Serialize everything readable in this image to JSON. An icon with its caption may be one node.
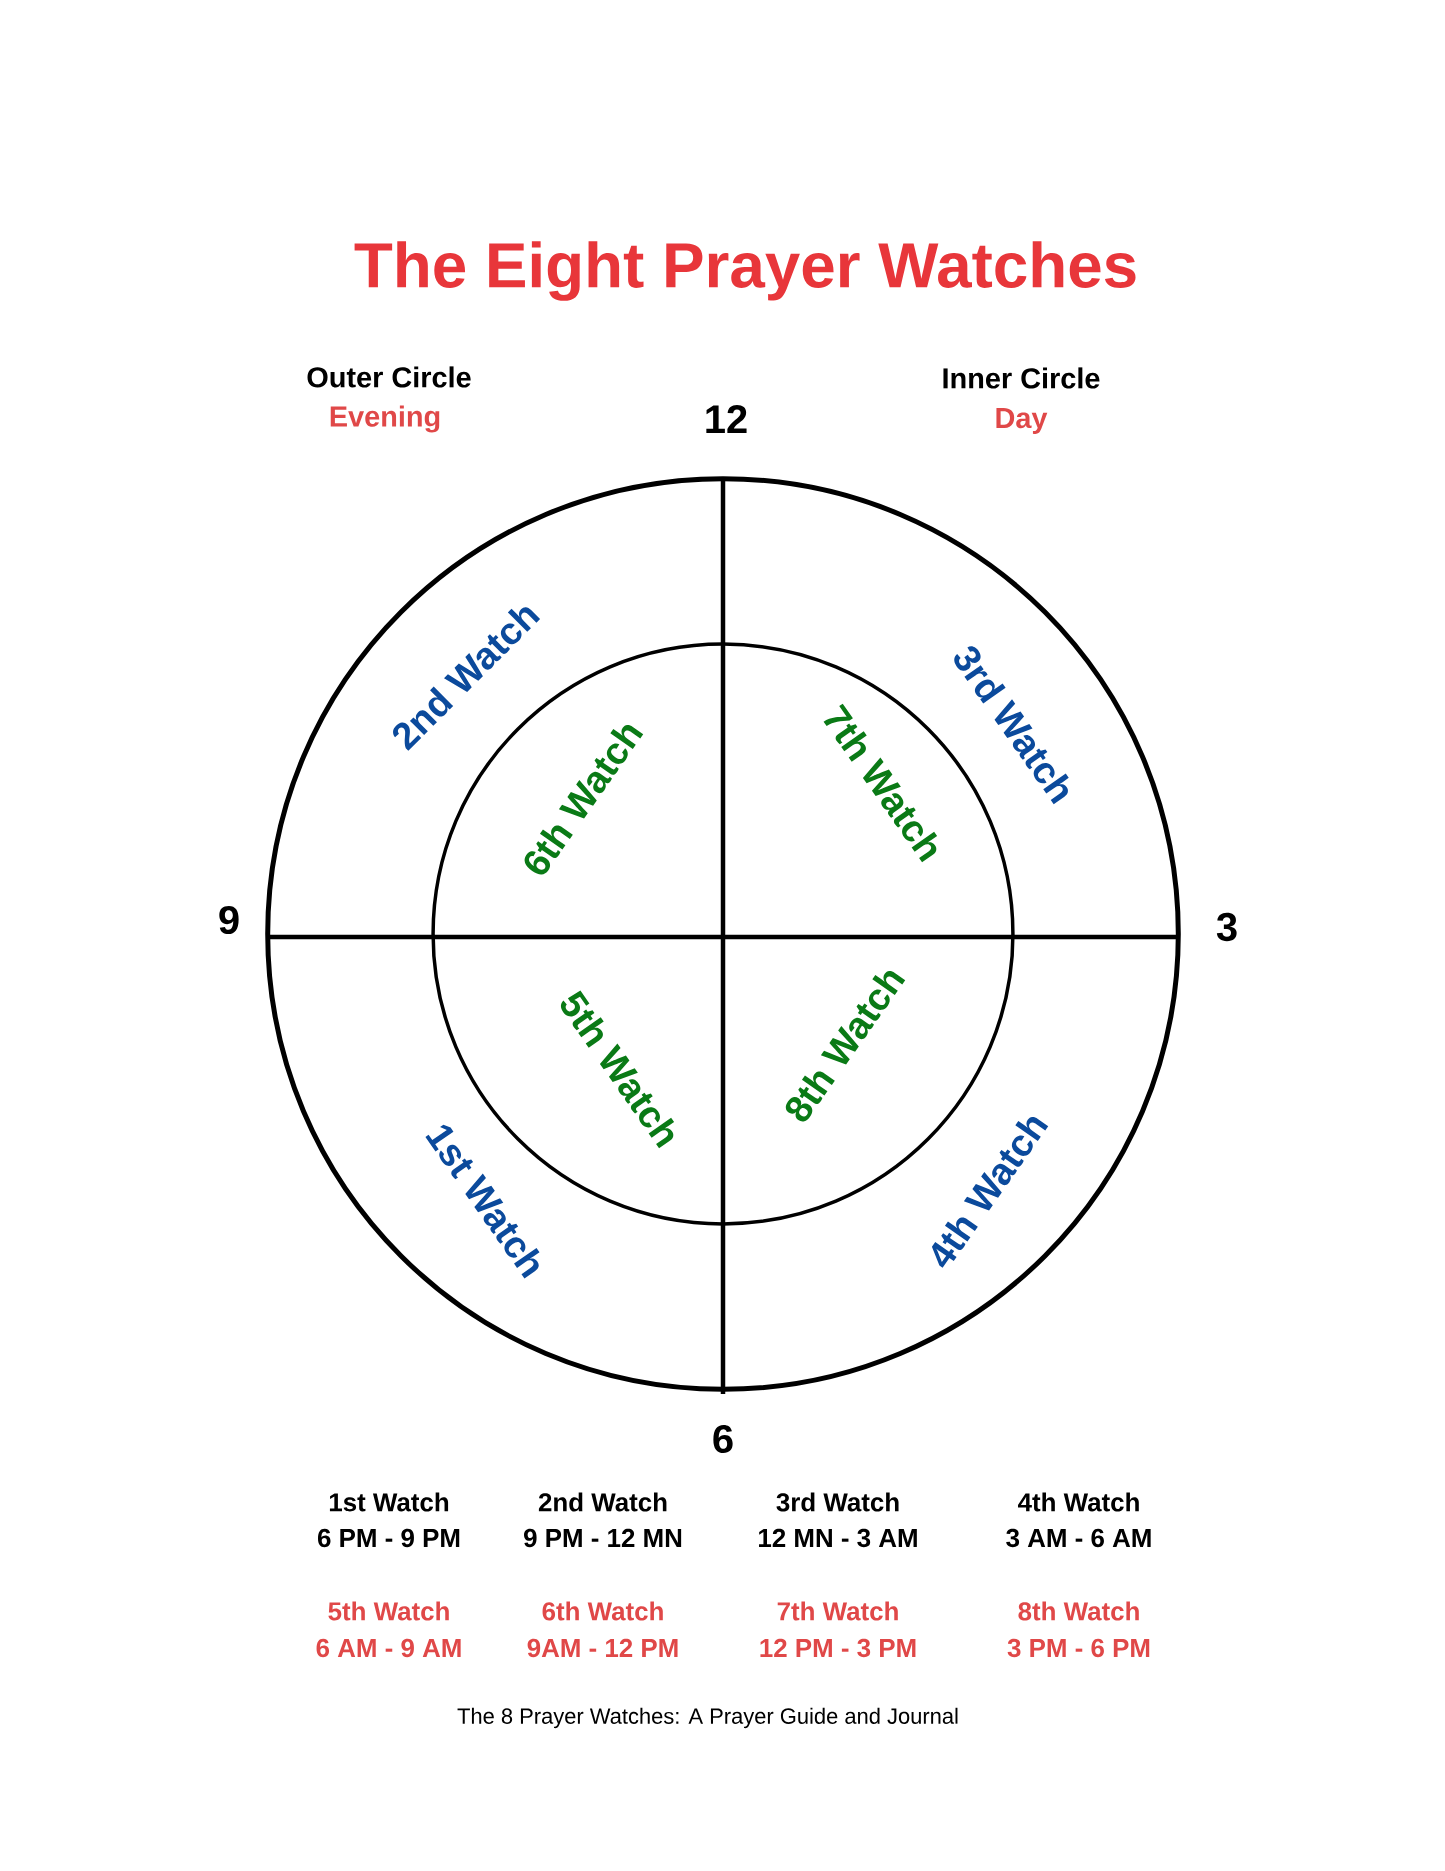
{
  "diagram": {
    "title": "The Eight Prayer Watches",
    "caption": "The 8 Prayer Watches: A Prayer Guide and Journal",
    "nodes": [
      {
        "text": [
          "2nd Watch",
          "3rd Watch",
          "1st Watch",
          "4th Watch"
        ]
      },
      {
        "text": [
          "6th Watch",
          "7th Watch",
          "5th Watch",
          "8th Watch"
        ],
        "in": 0
      }
    ],
    "labels": [
      "Outer Circle",
      "12",
      "Inner Circle",
      "Evening",
      "Day",
      "9",
      "3",
      "6",
      "1st Watch",
      "2nd Watch",
      "3rd Watch",
      "4th Watch",
      "6 PM - 9 PM",
      "9 PM - 12 MN",
      "12 MN - 3 AM",
      "3 AM - 6 AM",
      "5th Watch",
      "6th Watch",
      "7th Watch",
      "8th Watch",
      "6 AM - 9 AM",
      "9AM - 12 PM",
      "12 PM - 3 PM",
      "3 PM - 6 PM"
    ]
  }
}
